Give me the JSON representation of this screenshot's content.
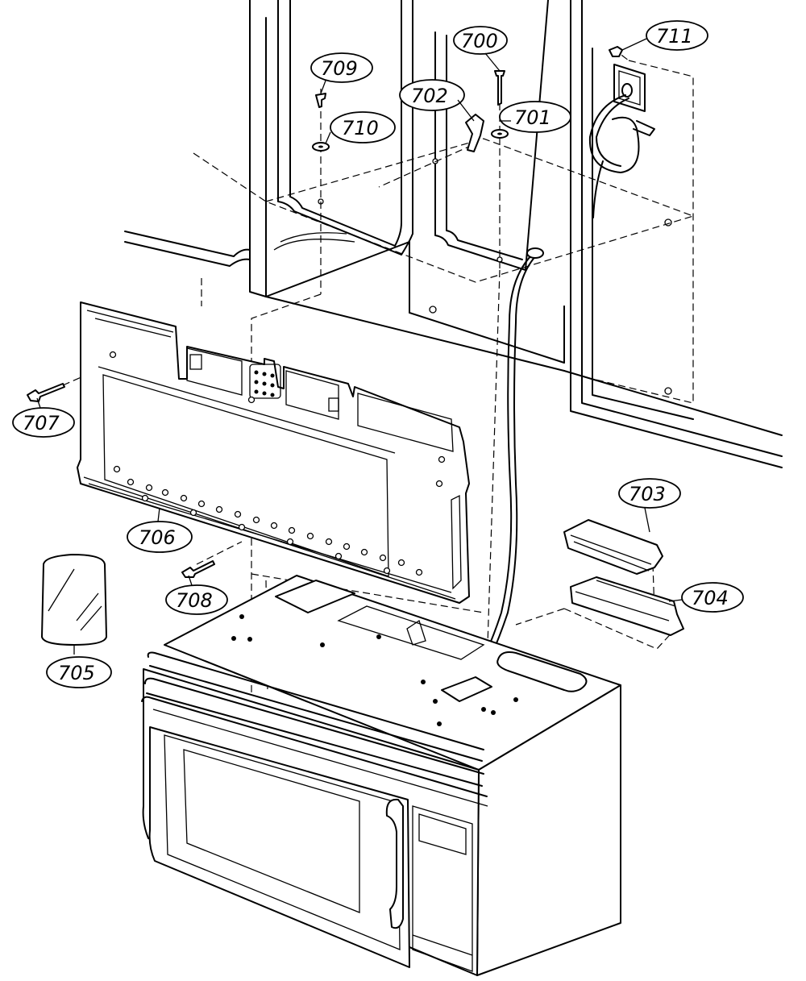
{
  "callouts": {
    "c700": "700",
    "c701": "701",
    "c702": "702",
    "c703": "703",
    "c704": "704",
    "c705": "705",
    "c706": "706",
    "c707": "707",
    "c708": "708",
    "c709": "709",
    "c710": "710",
    "c711": "711"
  }
}
